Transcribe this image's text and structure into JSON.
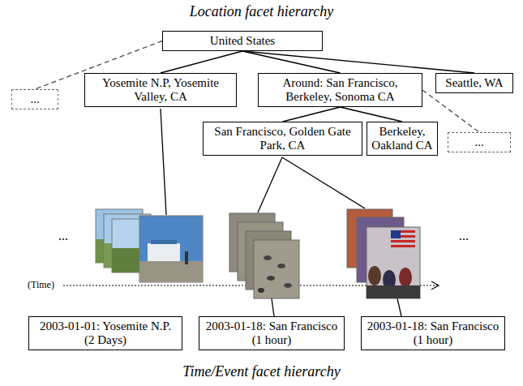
{
  "diagram": {
    "title": "Location facet hierarchy",
    "caption": "Time/Event facet hierarchy",
    "nodes": [
      {
        "text": [
          "United States"
        ]
      },
      {
        "text": [
          "..."
        ]
      },
      {
        "text": [
          "Yosemite N.P, Yosemite Valley, CA"
        ]
      },
      {
        "text": [
          "Around: San Francisco, Berkeley, Sonoma CA"
        ]
      },
      {
        "text": [
          "Seattle, WA"
        ]
      },
      {
        "text": [
          "San Francisco, Golden Gate Park, CA"
        ]
      },
      {
        "text": [
          "Berkeley, Oakland CA"
        ]
      },
      {
        "text": [
          "..."
        ]
      },
      {
        "text": [
          "2003-01-01: Yosemite N.P. (2 Days)"
        ]
      },
      {
        "text": [
          "2003-01-18: San Francisco (1 hour)"
        ]
      },
      {
        "text": [
          "2003-01-18: San Francisco (1 hour)"
        ]
      }
    ],
    "edges": [
      {
        "from": 0,
        "to": 1,
        "arrow": "none"
      },
      {
        "from": 0,
        "to": 2,
        "arrow": "none"
      },
      {
        "from": 0,
        "to": 3,
        "arrow": "none"
      },
      {
        "from": 0,
        "to": 4,
        "arrow": "none"
      },
      {
        "from": 3,
        "to": 5,
        "arrow": "none"
      },
      {
        "from": 3,
        "to": 6,
        "arrow": "none"
      },
      {
        "from": 3,
        "to": 7,
        "arrow": "none"
      }
    ],
    "labels": [
      "...",
      "...",
      "(Time)"
    ]
  }
}
